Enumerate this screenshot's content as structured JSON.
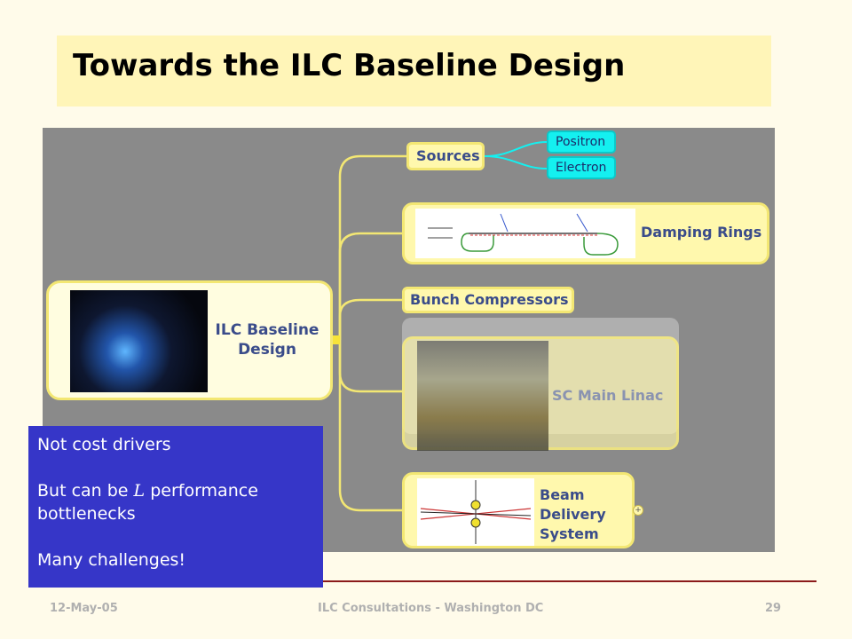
{
  "slide": {
    "title": "Towards the ILC Baseline Design"
  },
  "mindmap": {
    "root_label": "ILC Baseline Design",
    "sources": "Sources",
    "positron": "Positron",
    "electron": "Electron",
    "damping_rings": "Damping Rings",
    "bunch_compressors": "Bunch Compressors",
    "main_linac": "SC Main Linac",
    "beam_delivery": "Beam Delivery System"
  },
  "note": {
    "line1": "Not cost drivers",
    "line2_pre": "But can be ",
    "line2_symbol": "L",
    "line2_post": " performance bottlenecks",
    "line3": "Many challenges!"
  },
  "footer": {
    "date": "12-May-05",
    "center": "ILC Consultations - Washington DC",
    "page": "29"
  },
  "colors": {
    "title_bg": "#fff5b8",
    "node_bg": "#fff8ad",
    "note_bg": "#3636c8",
    "leaf_bg": "#14f0f0",
    "rule": "#8b1a1a"
  }
}
